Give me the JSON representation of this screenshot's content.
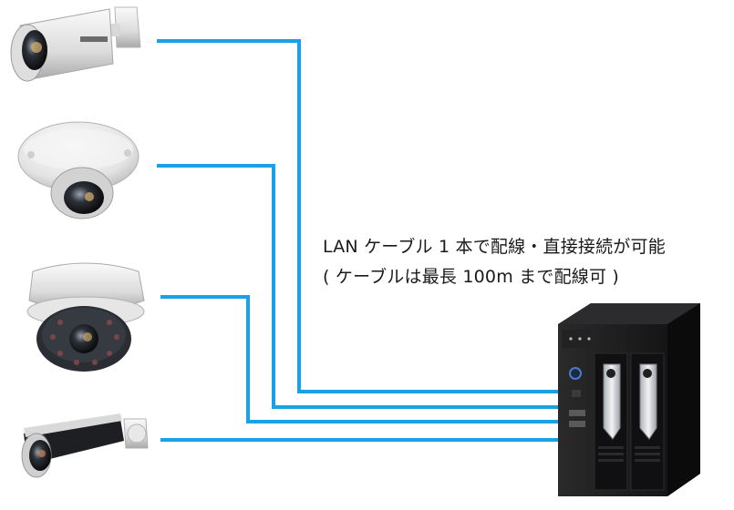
{
  "caption": {
    "line1": "LAN ケーブル 1 本で配線・直接接続が可能",
    "line2": "( ケーブルは最長 100m まで配線可 )"
  },
  "devices": {
    "cameras": [
      {
        "type": "bullet camera",
        "icon": "bullet-camera-icon"
      },
      {
        "type": "mini dome camera",
        "icon": "mini-dome-camera-icon"
      },
      {
        "type": "dome camera",
        "icon": "ir-dome-camera-icon"
      },
      {
        "type": "long bullet camera",
        "icon": "long-bullet-camera-icon"
      }
    ],
    "recorder": {
      "type": "network video recorder",
      "icon": "nvr-icon"
    }
  },
  "colors": {
    "cable": "#1aa0e6",
    "camera_body": "#e9e9e9",
    "recorder_body": "#1f1f1f",
    "recorder_handle": "#c9ccd1"
  }
}
